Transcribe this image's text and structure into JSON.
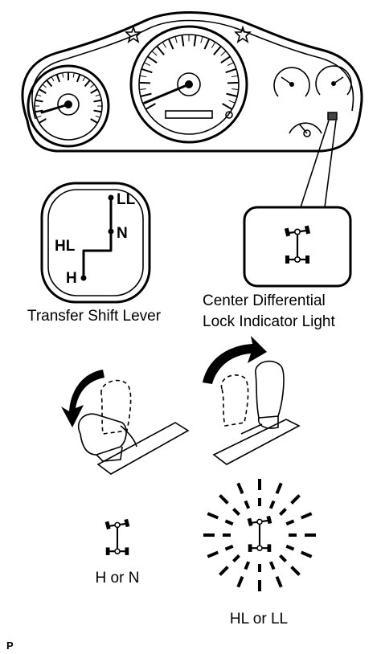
{
  "shift_positions": {
    "low_lock": "LL",
    "neutral": "N",
    "high_lock": "HL",
    "high": "H"
  },
  "callouts": {
    "transfer_lever": "Transfer Shift Lever",
    "indicator_line1": "Center Differential",
    "indicator_line2": "Lock Indicator Light"
  },
  "states": {
    "off_state": "H or N",
    "on_state": "HL or LL"
  },
  "figure_code": "P"
}
